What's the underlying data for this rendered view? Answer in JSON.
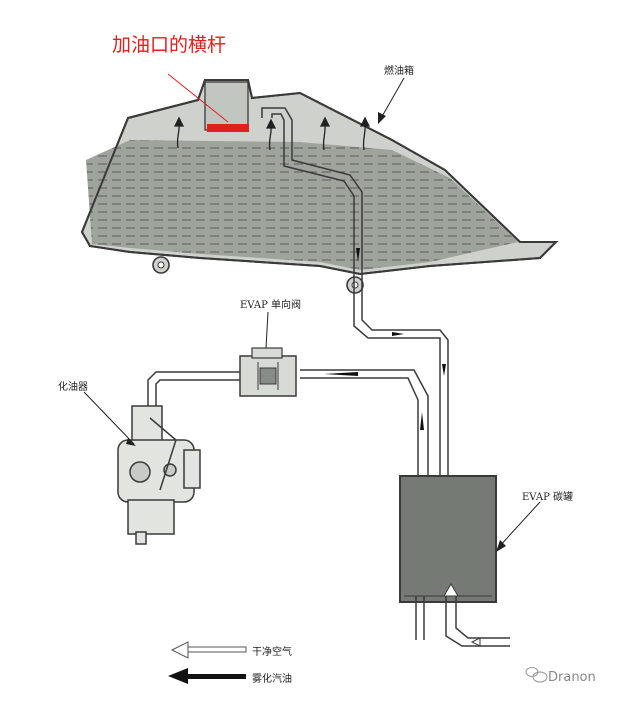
{
  "labels": {
    "filler_bar": "加油口的横杆",
    "fuel_tank": "燃油箱",
    "evap_valve": "EVAP 单向阀",
    "carburetor": "化油器",
    "evap_canister": "EVAP 碳罐",
    "legend_clean_air": "干净空气",
    "legend_fuel_vapor": "雾化汽油"
  },
  "watermark": "Dranon",
  "colors": {
    "highlight_red": "#e0201c",
    "fuel_fill": "#9ea49c",
    "canister_fill": "#767a74",
    "outline": "#3a3a3a"
  }
}
